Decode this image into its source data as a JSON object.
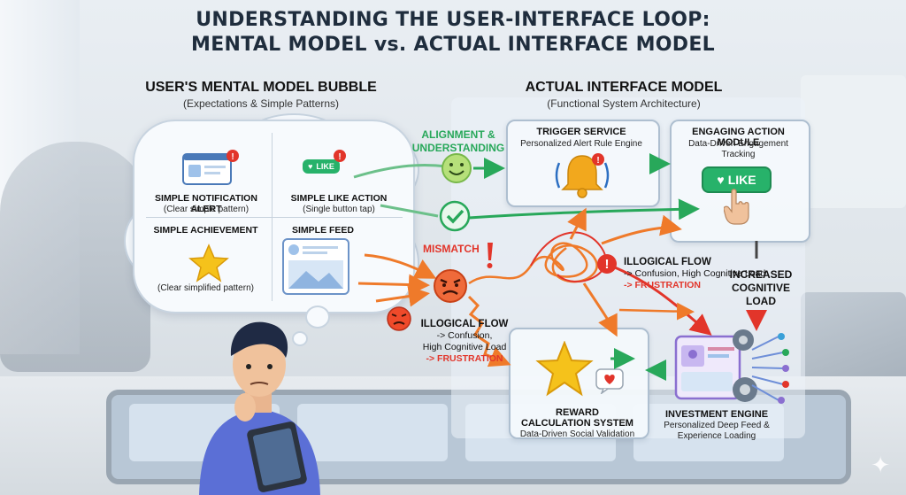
{
  "title": {
    "line1": "UNDERSTANDING THE USER-INTERFACE LOOP:",
    "line2": "MENTAL MODEL vs. ACTUAL INTERFACE MODEL"
  },
  "mental_model": {
    "heading": "USER'S MENTAL MODEL BUBBLE",
    "subheading": "(Expectations & Simple Patterns)",
    "items": [
      {
        "label": "SIMPLE NOTIFICATION ALERT",
        "sub": "(Clear simple pattern)",
        "icon": "notification-card-icon"
      },
      {
        "label": "SIMPLE LIKE ACTION",
        "sub": "(Single button tap)",
        "icon": "like-button-icon"
      },
      {
        "label": "SIMPLE ACHIEVEMENT",
        "sub": "(Clear simplified pattern)",
        "icon": "star-icon"
      },
      {
        "label": "SIMPLE FEED",
        "sub": "",
        "icon": "feed-card-icon"
      }
    ],
    "like_text": "LIKE"
  },
  "actual_model": {
    "heading": "ACTUAL INTERFACE MODEL",
    "subheading": "(Functional System Architecture)",
    "trigger": {
      "title": "TRIGGER SERVICE",
      "sub": "Personalized Alert Rule Engine"
    },
    "engaging": {
      "title": "ENGAGING ACTION MODULE",
      "sub1": "Data-Driven Engagement",
      "sub2": "Tracking",
      "button": "LIKE"
    },
    "reward": {
      "title1": "REWARD",
      "title2": "CALCULATION SYSTEM",
      "sub": "Data-Driven Social Validation"
    },
    "investment": {
      "title": "INVESTMENT ENGINE",
      "sub1": "Personalized Deep Feed &",
      "sub2": "Experience Loading"
    }
  },
  "annotations": {
    "alignment": [
      "ALIGNMENT &",
      "UNDERSTANDING"
    ],
    "mismatch": "MISMATCH",
    "illogical_left": {
      "title": "ILLOGICAL FLOW",
      "l1": "-> Confusion,",
      "l2": "High Cognitive Load",
      "l3": "-> FRUSTRATION"
    },
    "illogical_right": {
      "title": "ILLOGICAL FLOW",
      "l1": "-> Confusion, High Cognitive Load",
      "l2": "-> FRUSTRATION"
    },
    "cognitive": [
      "INCREASED",
      "COGNITIVE",
      "LOAD"
    ]
  },
  "colors": {
    "green": "#28a85a",
    "red": "#e2352a",
    "orange": "#ef7a2a",
    "star": "#f5c21b",
    "bell": "#f2a81d"
  }
}
